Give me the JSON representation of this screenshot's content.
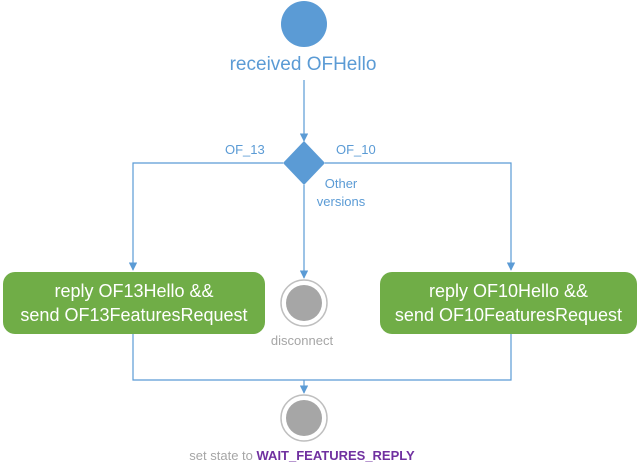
{
  "diagram": {
    "start": {
      "label": "received OFHello"
    },
    "decision": {
      "branches": {
        "left": "OF_13",
        "right": "OF_10",
        "middle_line1": "Other",
        "middle_line2": "versions"
      }
    },
    "actions": {
      "left": {
        "line1": "reply OF13Hello &&",
        "line2": "send OF13FeaturesRequest"
      },
      "right": {
        "line1": "reply OF10Hello &&",
        "line2": "send OF10FeaturesRequest"
      }
    },
    "disconnect": {
      "label": "disconnect"
    },
    "final": {
      "prefix": "set state to",
      "state": "WAIT_FEATURES_REPLY"
    }
  },
  "colors": {
    "flow": "#5b9bd5",
    "action_fill": "#70ad47",
    "end_node_fill": "#a6a6a6",
    "end_node_ring": "#bfbfbf",
    "state_text": "#7030a0"
  }
}
